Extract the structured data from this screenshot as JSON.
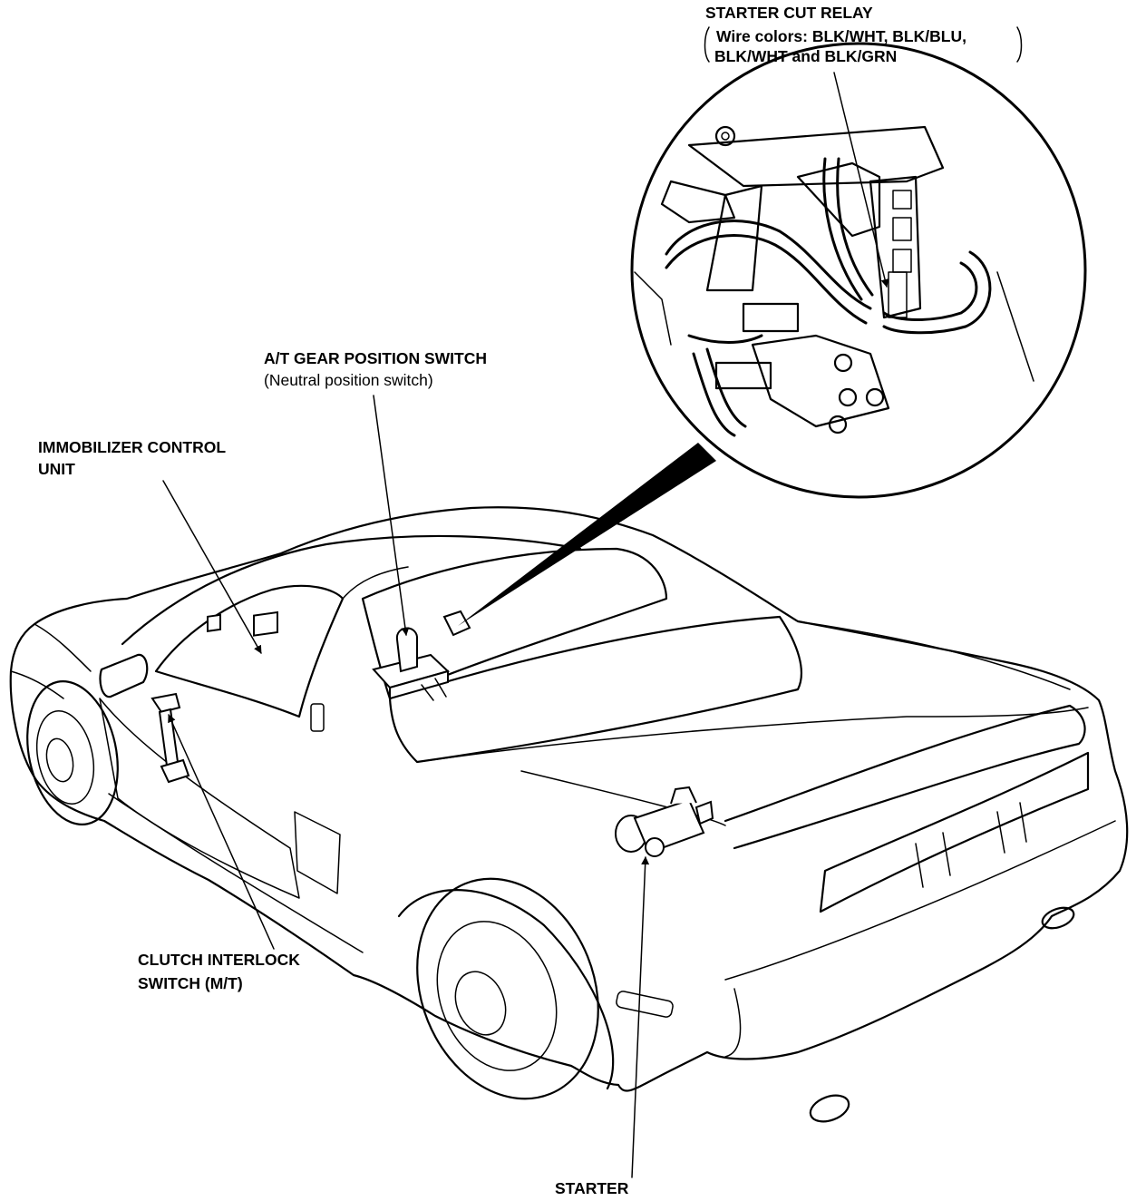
{
  "labels": {
    "starter_cut_relay": {
      "title": "STARTER CUT RELAY",
      "wire_colors_line1": "Wire colors: BLK/WHT, BLK/BLU,",
      "wire_colors_line2": "BLK/WHT and BLK/GRN"
    },
    "at_gear_position_switch": {
      "title": "A/T GEAR POSITION SWITCH",
      "subtitle": "(Neutral position switch)"
    },
    "immobilizer_control_unit": {
      "line1": "IMMOBILIZER CONTROL",
      "line2": "UNIT"
    },
    "clutch_interlock_switch": {
      "line1": "CLUTCH INTERLOCK",
      "line2": "SWITCH (M/T)"
    },
    "starter": {
      "title": "STARTER"
    }
  },
  "colors": {
    "line": "#000000",
    "background": "#ffffff"
  }
}
